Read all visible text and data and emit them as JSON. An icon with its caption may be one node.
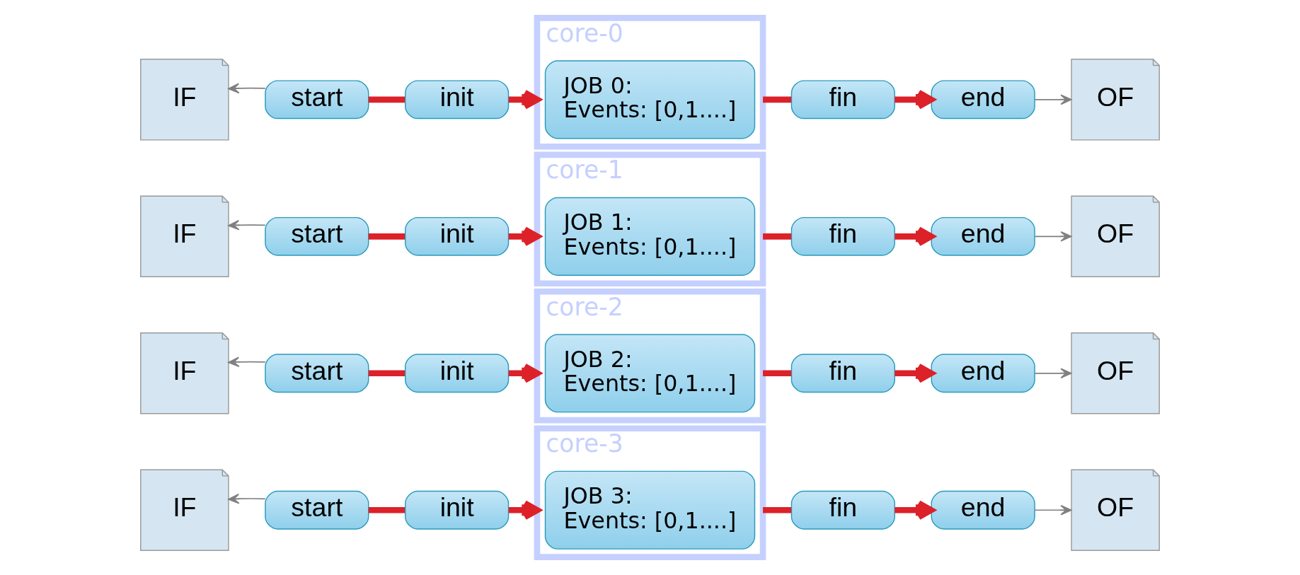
{
  "diagram": {
    "nodes": [
      {
        "text": [
          "IF"
        ]
      },
      {
        "text": [
          "start"
        ]
      },
      {
        "text": [
          "init"
        ]
      },
      {
        "text": [
          "core-0"
        ]
      },
      {
        "text": [
          "JOB 0:",
          "Events: [0,1....]"
        ],
        "in": 3
      },
      {
        "text": [
          "fin"
        ]
      },
      {
        "text": [
          "end"
        ]
      },
      {
        "text": [
          "OF"
        ]
      },
      {
        "text": [
          "IF"
        ]
      },
      {
        "text": [
          "start"
        ]
      },
      {
        "text": [
          "init"
        ]
      },
      {
        "text": [
          "core-1"
        ]
      },
      {
        "text": [
          "JOB 1:",
          "Events: [0,1....]"
        ],
        "in": 11
      },
      {
        "text": [
          "fin"
        ]
      },
      {
        "text": [
          "end"
        ]
      },
      {
        "text": [
          "OF"
        ]
      },
      {
        "text": [
          "IF"
        ]
      },
      {
        "text": [
          "start"
        ]
      },
      {
        "text": [
          "init"
        ]
      },
      {
        "text": [
          "core-2"
        ]
      },
      {
        "text": [
          "JOB 2:",
          "Events: [0,1....]"
        ],
        "in": 19
      },
      {
        "text": [
          "fin"
        ]
      },
      {
        "text": [
          "end"
        ]
      },
      {
        "text": [
          "OF"
        ]
      },
      {
        "text": [
          "IF"
        ]
      },
      {
        "text": [
          "start"
        ]
      },
      {
        "text": [
          "init"
        ]
      },
      {
        "text": [
          "core-3"
        ]
      },
      {
        "text": [
          "JOB 3:",
          "Events: [0,1....]"
        ],
        "in": 27
      },
      {
        "text": [
          "fin"
        ]
      },
      {
        "text": [
          "end"
        ]
      },
      {
        "text": [
          "OF"
        ]
      }
    ],
    "edges": [
      {
        "from": 1,
        "to": 0,
        "arrow": "to",
        "color": "#808080"
      },
      {
        "from": 1,
        "to": 2,
        "arrow": "none"
      },
      {
        "from": 2,
        "to": 3,
        "arrow": "to"
      },
      {
        "from": 3,
        "to": 5,
        "arrow": "none"
      },
      {
        "from": 5,
        "to": 6,
        "arrow": "to"
      },
      {
        "from": 6,
        "to": 7,
        "arrow": "to",
        "color": "#808080"
      },
      {
        "from": 9,
        "to": 8,
        "arrow": "to",
        "color": "#808080"
      },
      {
        "from": 9,
        "to": 10,
        "arrow": "none"
      },
      {
        "from": 10,
        "to": 11,
        "arrow": "to"
      },
      {
        "from": 11,
        "to": 13,
        "arrow": "none"
      },
      {
        "from": 13,
        "to": 14,
        "arrow": "to"
      },
      {
        "from": 14,
        "to": 15,
        "arrow": "to",
        "color": "#808080"
      },
      {
        "from": 17,
        "to": 16,
        "arrow": "to",
        "color": "#808080"
      },
      {
        "from": 17,
        "to": 18,
        "arrow": "none"
      },
      {
        "from": 18,
        "to": 19,
        "arrow": "to"
      },
      {
        "from": 19,
        "to": 21,
        "arrow": "none"
      },
      {
        "from": 21,
        "to": 22,
        "arrow": "to"
      },
      {
        "from": 22,
        "to": 23,
        "arrow": "to",
        "color": "#808080"
      },
      {
        "from": 25,
        "to": 24,
        "arrow": "to",
        "color": "#808080"
      },
      {
        "from": 25,
        "to": 26,
        "arrow": "none"
      },
      {
        "from": 26,
        "to": 27,
        "arrow": "to"
      },
      {
        "from": 27,
        "to": 29,
        "arrow": "none"
      },
      {
        "from": 29,
        "to": 30,
        "arrow": "to"
      },
      {
        "from": 30,
        "to": 31,
        "arrow": "to",
        "color": "#808080"
      }
    ]
  }
}
